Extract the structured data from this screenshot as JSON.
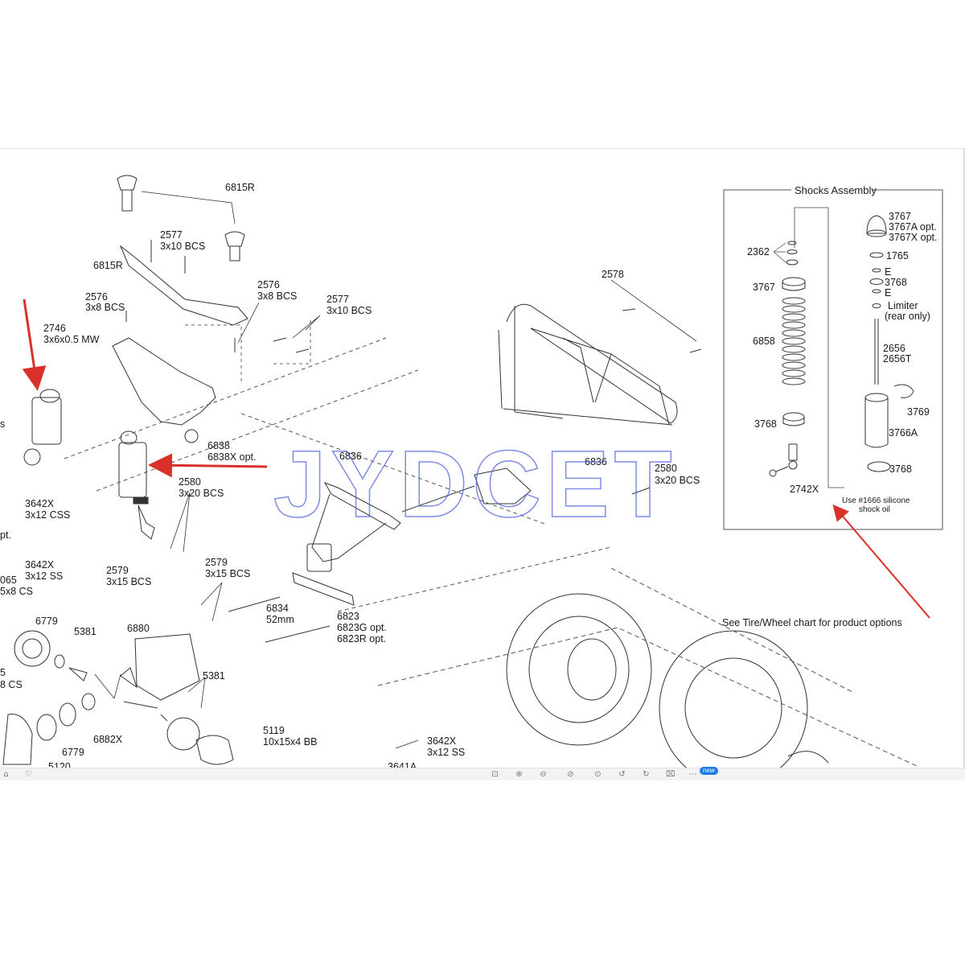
{
  "watermark": "JYDCET",
  "shocks_box": {
    "title": "Shocks Assembly",
    "labels": {
      "p2362": "2362",
      "p3767": "3767",
      "p6858": "6858",
      "p3768a": "3768",
      "p2742x": "2742X",
      "r3767": "3767",
      "r3767a": "3767A opt.",
      "r3767x": "3767X opt.",
      "r1765": "1765",
      "e1": "E",
      "r3768": "3768",
      "e2": "E",
      "limiter": "Limiter",
      "rear_only": "(rear only)",
      "r2656": "2656",
      "r2656t": "2656T",
      "r3769": "3769",
      "r3766a": "3766A",
      "r3768b": "3768"
    },
    "note_line1": "Use #1666 silicone",
    "note_line2": "shock oil"
  },
  "tire_note": "See Tire/Wheel chart for product options",
  "labels": {
    "l6815r_top": "6815R",
    "l2577a": "2577",
    "l3x10a": "3x10 BCS",
    "l6815r_left": "6815R",
    "l2576a": "2576",
    "l3x8a": "3x8 BCS",
    "l2576b": "2576",
    "l3x8b": "3x8 BCS",
    "l2577b": "2577",
    "l3x10b": "3x10 BCS",
    "l2746": "2746",
    "l3x6": "3x6x0.5 MW",
    "l2578": "2578",
    "l6838": "6838",
    "l6838x": "6838X opt.",
    "l6836a": "6836",
    "l6836b": "6836",
    "l2580a": "2580",
    "l3x20a": "3x20 BCS",
    "l2580b": "2580",
    "l3x20b": "3x20 BCS",
    "l3642xa": "3642X",
    "l3x12css": "3x12 CSS",
    "l3642xb": "3642X",
    "l3x12ssa": "3x12 SS",
    "l2579a": "2579",
    "l3x15a": "3x15 BCS",
    "l2579b": "2579",
    "l3x15b": "3x15 BCS",
    "l6834": "6834",
    "l52mm": "52mm",
    "l6823": "6823",
    "l6823g": "6823G opt.",
    "l6823r": "6823R opt.",
    "l6779a": "6779",
    "l5381a": "5381",
    "l6880": "6880",
    "l5381b": "5381",
    "l6882x": "6882X",
    "l6779b": "6779",
    "l5119": "5119",
    "l10x15": "10x15x4 BB",
    "l3642xc": "3642X",
    "l3x12ssb": "3x12 SS",
    "cut_s": "s",
    "cut_opt": "pt.",
    "cut_065": "065",
    "cut_5x8": "5x8 CS",
    "cut_5": "5",
    "cut_8cs": "8 CS",
    "cut_5120": "5120",
    "cut_3641a": "3641A"
  },
  "toolbar": {
    "new_badge": "new"
  },
  "colors": {
    "arrow": "#d9302a",
    "watermark": "#5566dd",
    "line": "#333333"
  }
}
